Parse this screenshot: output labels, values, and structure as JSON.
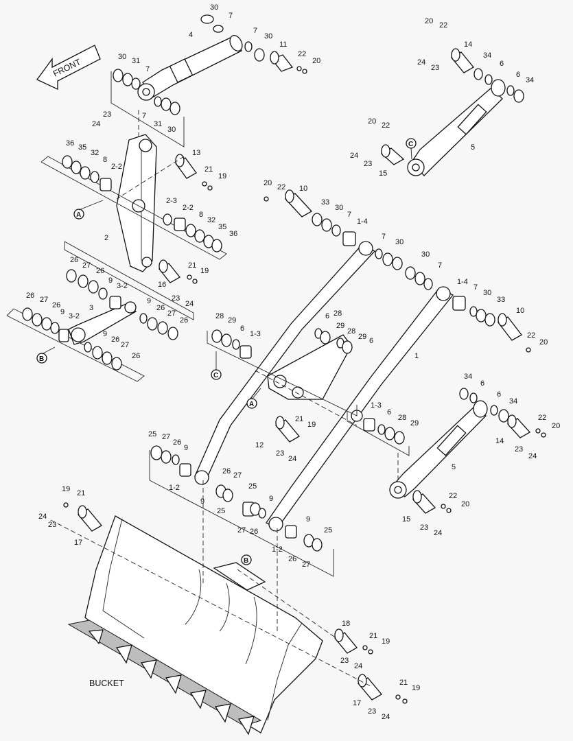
{
  "labels": {
    "front": "FRONT",
    "bucket": "BUCKET",
    "callout_a": "A",
    "callout_b": "B",
    "callout_c": "C"
  },
  "part_numbers": {
    "p1": "1",
    "p1_2": "1-2",
    "p1_3": "1-3",
    "p1_4": "1-4",
    "p2": "2",
    "p2_2": "2-2",
    "p2_3": "2-3",
    "p3": "3",
    "p3_2": "3-2",
    "p4": "4",
    "p5": "5",
    "p6": "6",
    "p7": "7",
    "p8": "8",
    "p9": "9",
    "p10": "10",
    "p11": "11",
    "p12": "12",
    "p13": "13",
    "p14": "14",
    "p15": "15",
    "p16": "16",
    "p17": "17",
    "p18": "18",
    "p19": "19",
    "p20": "20",
    "p21": "21",
    "p22": "22",
    "p23": "23",
    "p24": "24",
    "p25": "25",
    "p26": "26",
    "p27": "27",
    "p28": "28",
    "p29": "29",
    "p30": "30",
    "p31": "31",
    "p32": "32",
    "p33": "33",
    "p34": "34",
    "p35": "35",
    "p36": "36"
  }
}
